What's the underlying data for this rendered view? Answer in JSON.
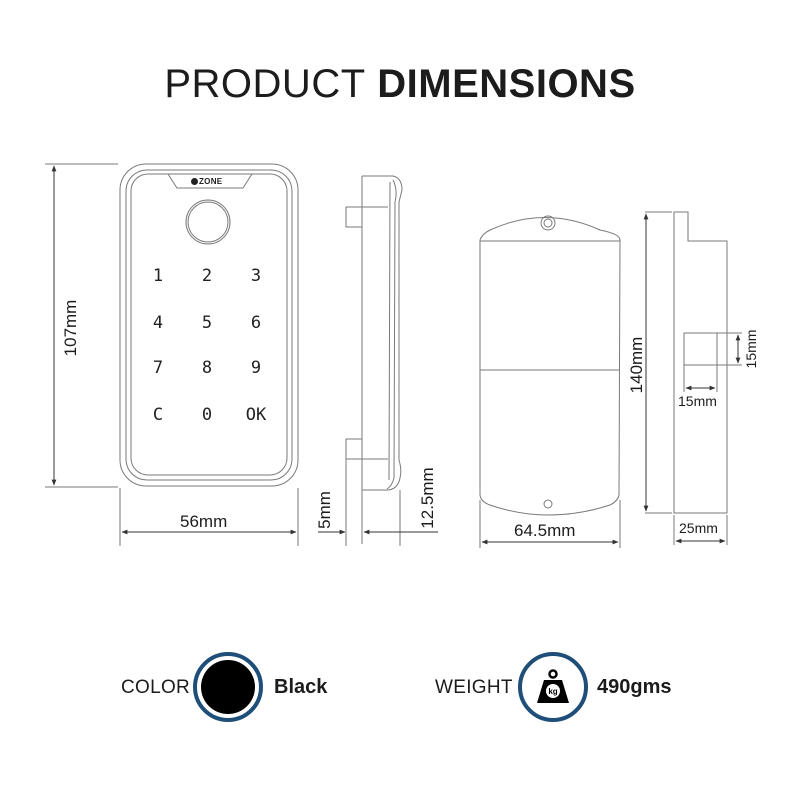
{
  "title": {
    "light": "PRODUCT",
    "bold": "DIMENSIONS"
  },
  "front_view": {
    "brand": "ZONE",
    "keys": [
      "1",
      "2",
      "3",
      "4",
      "5",
      "6",
      "7",
      "8",
      "9",
      "C",
      "0",
      "OK"
    ],
    "height_label": "107mm",
    "width_label": "56mm"
  },
  "side_view": {
    "base_depth_label": "5mm",
    "total_depth_label": "12.5mm"
  },
  "back_plate": {
    "width_label": "64.5mm",
    "height_label": "140mm"
  },
  "back_side_view": {
    "depth_label": "25mm",
    "bolt_width_label": "15mm",
    "bolt_height_label": "15mm"
  },
  "specs": {
    "color": {
      "label": "COLOR",
      "value": "Black",
      "swatch_hex": "#000000",
      "ring_hex": "#1f4e79"
    },
    "weight": {
      "label": "WEIGHT",
      "value": "490gms",
      "icon": "kg-weight-icon",
      "ring_hex": "#1f4e79"
    }
  }
}
